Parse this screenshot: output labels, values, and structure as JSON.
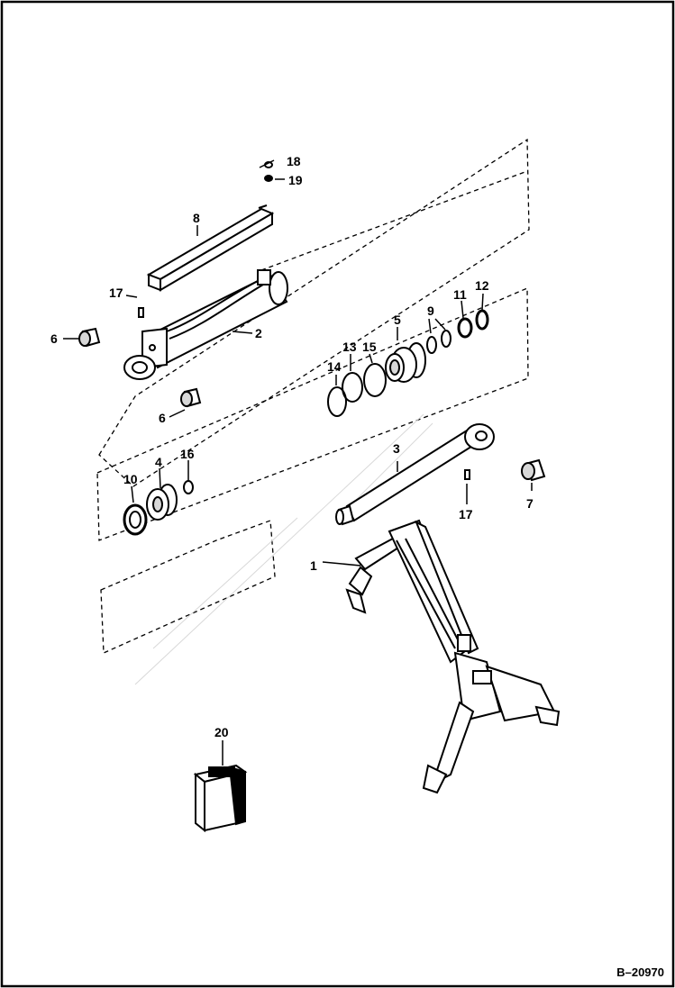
{
  "colors": {
    "line": "#000000",
    "fill": "#ffffff",
    "shade": "#d8d8d8"
  },
  "callouts": {
    "c1": "1",
    "c2": "2",
    "c3": "3",
    "c4": "4",
    "c5": "5",
    "c6a": "6",
    "c6b": "6",
    "c7": "7",
    "c8": "8",
    "c9": "9",
    "c10": "10",
    "c11": "11",
    "c12": "12",
    "c13": "13",
    "c14": "14",
    "c15": "15",
    "c16": "16",
    "c17a": "17",
    "c17b": "17",
    "c18": "18",
    "c19": "19",
    "c20": "20"
  },
  "figure_code": "B–20970"
}
